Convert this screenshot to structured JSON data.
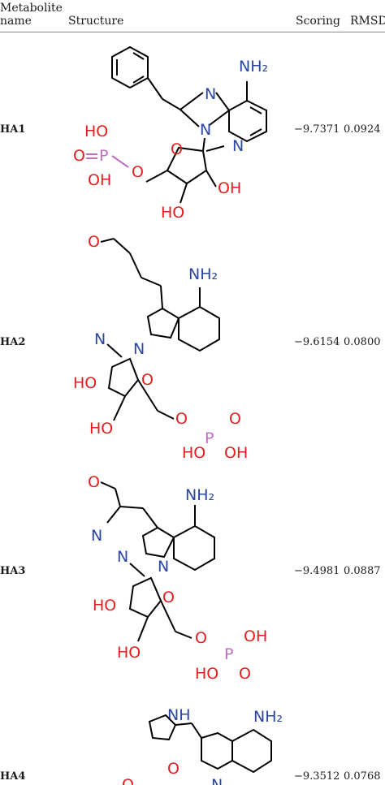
{
  "table": {
    "headers": {
      "name_line1": "Metabolite",
      "name_line2": "name",
      "structure": "Structure",
      "scoring": "Scoring",
      "rmsd": "RMSD"
    },
    "rows": [
      {
        "name": "HA1",
        "scoring": "−9.7371",
        "rmsd": "0.0924"
      },
      {
        "name": "HA2",
        "scoring": "−9.6154",
        "rmsd": "0.0800"
      },
      {
        "name": "HA3",
        "scoring": "−9.4981",
        "rmsd": "0.0887"
      },
      {
        "name": "HA4",
        "scoring": "−9.3512",
        "rmsd": "0.0768"
      }
    ]
  },
  "atoms": {
    "nh2": "NH₂",
    "n": "N",
    "o": "O",
    "p": "P",
    "oh": "OH",
    "ho": "HO",
    "nh": "NH"
  },
  "colors": {
    "nitrogen": "#2b46a0",
    "oxygen": "#e02020",
    "phosphorus": "#c06cc0",
    "bond": "#000000"
  }
}
